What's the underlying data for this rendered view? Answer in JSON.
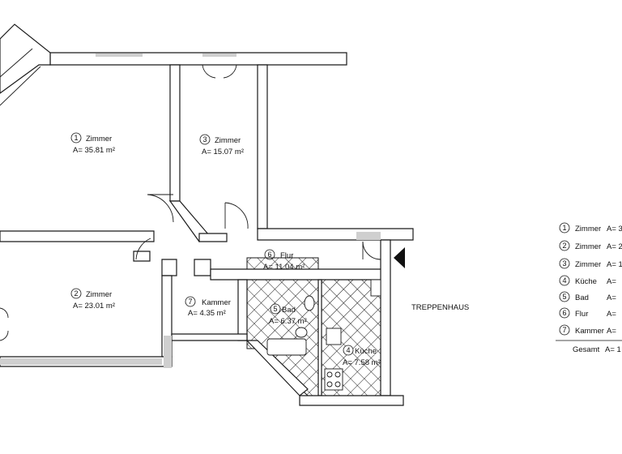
{
  "rooms": [
    {
      "num": "1",
      "name": "Zimmer",
      "area": "A= 35.81 m²"
    },
    {
      "num": "2",
      "name": "Zimmer",
      "area": "A= 23.01 m²"
    },
    {
      "num": "3",
      "name": "Zimmer",
      "area": "A= 15.07 m²"
    },
    {
      "num": "5",
      "name": "Bad",
      "area": "A= 6.37 m²"
    },
    {
      "num": "6",
      "name": "Flur",
      "area": "A= 11.04 m²"
    },
    {
      "num": "7",
      "name": "Kammer",
      "area": "A=  4.35 m²"
    },
    {
      "num": "4",
      "name": "Küche",
      "area": "A= 7.58 m²"
    }
  ],
  "stairwell": "TREPPENHAUS",
  "legend": {
    "rows": [
      {
        "num": "1",
        "name": "Zimmer",
        "area": "A= 3"
      },
      {
        "num": "2",
        "name": "Zimmer",
        "area": "A= 2"
      },
      {
        "num": "3",
        "name": "Zimmer",
        "area": "A= 1"
      },
      {
        "num": "4",
        "name": "Küche",
        "area": "A="
      },
      {
        "num": "5",
        "name": "Bad",
        "area": "A="
      },
      {
        "num": "6",
        "name": "Flur",
        "area": "A="
      },
      {
        "num": "7",
        "name": "Kammer",
        "area": "A="
      }
    ],
    "total_label": "Gesamt",
    "total_area": "A= 1"
  },
  "colors": {
    "wall": "#ffffff",
    "wall_stroke": "#1a1a1a",
    "wall_shade": "#cfcfcf",
    "tile": "#1a1a1a"
  }
}
